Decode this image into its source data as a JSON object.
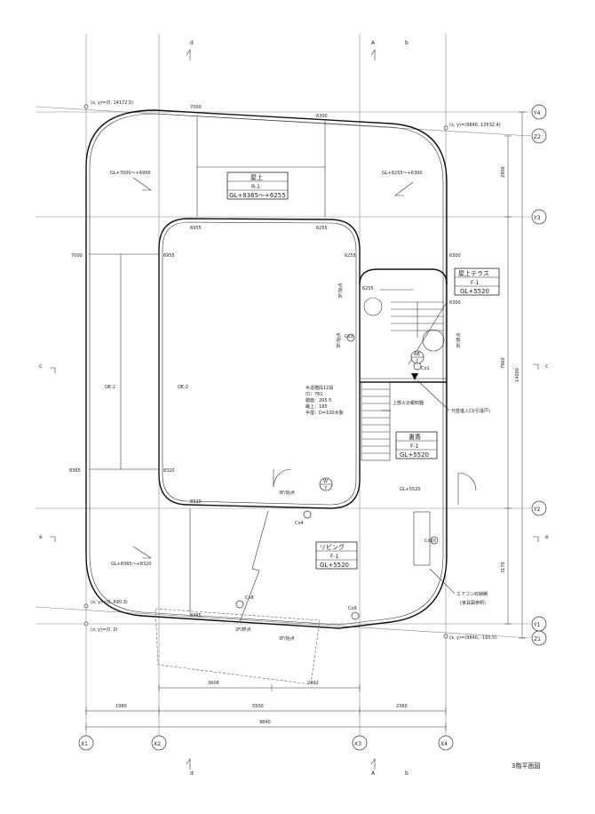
{
  "drawing_title": "3階平面図",
  "grid": {
    "columns": [
      "X1",
      "X2",
      "X3",
      "X4"
    ],
    "rows": [
      "Y4",
      "Z2",
      "Y3",
      "Y2",
      "Y1",
      "Z1"
    ]
  },
  "section_marks": {
    "d": "d",
    "b": "b",
    "a": "A",
    "c": "c",
    "e": "e"
  },
  "coords": {
    "c1": "(x, y)=(0, 14172.5)",
    "c2": "(x, y)=(9840, 13532.4)",
    "c3": "(x, y)=(0, 690.3)",
    "c4": "(x, y)=(0, 0)",
    "c5": "(x, y)=(9840, -195.5)"
  },
  "dims_bottom": {
    "inner": [
      "3008",
      "2492"
    ],
    "mid": [
      "1980",
      "5500",
      "2360"
    ],
    "total": "9840"
  },
  "dims_right": [
    "2900",
    "7960",
    "14000",
    "3170"
  ],
  "levels": {
    "l7000a": "7000",
    "l6300a": "6300",
    "l6955a": "6955",
    "l6255a": "6255",
    "l7000b": "7000",
    "l6955b": "6955",
    "l6255b": "6255",
    "l6300b": "6300",
    "l6255c": "6255",
    "l6300c": "6300",
    "l8365a": "8365",
    "l8320a": "8320",
    "l8320b": "8320",
    "l8365b": "8365"
  },
  "slopes": {
    "s1": "GL+7000～+6956",
    "s2": "GL+6255～+6300",
    "s3": "GL+8365～+8320",
    "oe1": "OE-2",
    "oe2": "OE-2"
  },
  "rooms": {
    "roof": {
      "name": "屋上",
      "code": "R-1",
      "level": "GL+8365～+6255"
    },
    "terrace": {
      "name": "屋上テラス",
      "code": "F-1",
      "level": "GL+5520"
    },
    "study": {
      "name": "書斎",
      "code": "F-1",
      "level": "GL+5520"
    },
    "living": {
      "name": "リビング",
      "code": "F-1",
      "level": "GL+5520"
    }
  },
  "notes": {
    "stair1": "木造階段12段",
    "stair2": "巾：761",
    "stair3": "踏面：205.5",
    "stair4": "蹴上：185",
    "stair5": "手摺：D=100木製",
    "fire": "上部火災報知器",
    "entry": "代替進入口(引違戸)",
    "aircon1": "エアコン収納棚",
    "aircon2": "(家具図参照)",
    "gl5520": "GL+5520"
  },
  "columns_labels": {
    "co1": "Co1",
    "co3": "Co3",
    "co4": "Co4",
    "co8": "Co8",
    "co9": "Co9",
    "co10": "Co10"
  },
  "handrails": {
    "h1": "3F/始点",
    "h2": "3F/始点",
    "h3": "2F/終点",
    "h4": "3F/始点",
    "h5": "3F/始点",
    "h6": "3F/終点"
  },
  "markers": {
    "ab": "AB",
    "ab_num": "2",
    "w": "W",
    "w_num": "7"
  }
}
